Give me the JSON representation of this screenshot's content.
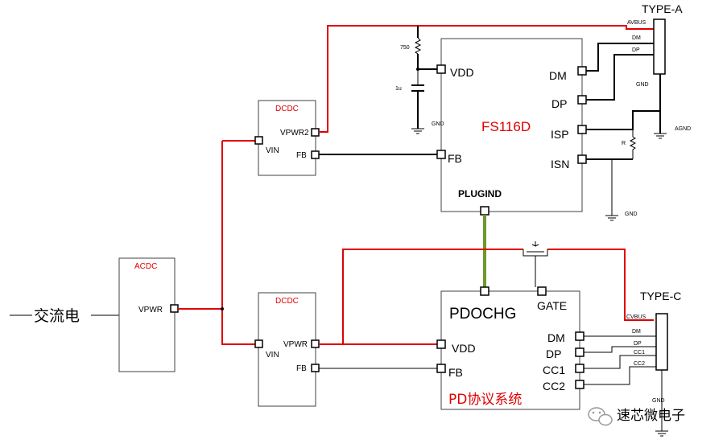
{
  "blocks": {
    "acdc": {
      "title": "ACDC",
      "vpwr": "VPWR"
    },
    "dcdc_top": {
      "title": "DCDC",
      "vin": "VIN",
      "vpwr2": "VPWR2",
      "fb": "FB"
    },
    "dcdc_bottom": {
      "title": "DCDC",
      "vin": "VIN",
      "vpwr": "VPWR",
      "fb": "FB"
    },
    "fs116d": {
      "title": "FS116D",
      "vdd": "VDD",
      "fb": "FB",
      "plugind": "PLUGIND",
      "dm": "DM",
      "dp": "DP",
      "isp": "ISP",
      "isn": "ISN"
    },
    "pdochg": {
      "title": "PDOCHG",
      "gate": "GATE",
      "vdd": "VDD",
      "fb": "FB",
      "dm": "DM",
      "dp": "DP",
      "cc1": "CC1",
      "cc2": "CC2",
      "caption": "PD协议系统"
    }
  },
  "ac_input": "交流电",
  "components": {
    "resistor_top": "750",
    "capacitor": "1u",
    "resistor_sense": "R",
    "gnd_cap": "GND",
    "gnd_isn": "GND",
    "agnd": "AGND"
  },
  "type_a": {
    "title": "TYPE-A",
    "pins": [
      "AVBUS",
      "DM",
      "DP",
      "GND"
    ]
  },
  "type_c": {
    "title": "TYPE-C",
    "pins": [
      "CVBUS",
      "DM",
      "DP",
      "CC1",
      "CC2",
      "GND"
    ]
  },
  "watermark": "速芯微电子",
  "colors": {
    "power_net": "#e00000",
    "plugind_net": "#6b9a2c",
    "watermark_icon": "#9a9a9a"
  }
}
